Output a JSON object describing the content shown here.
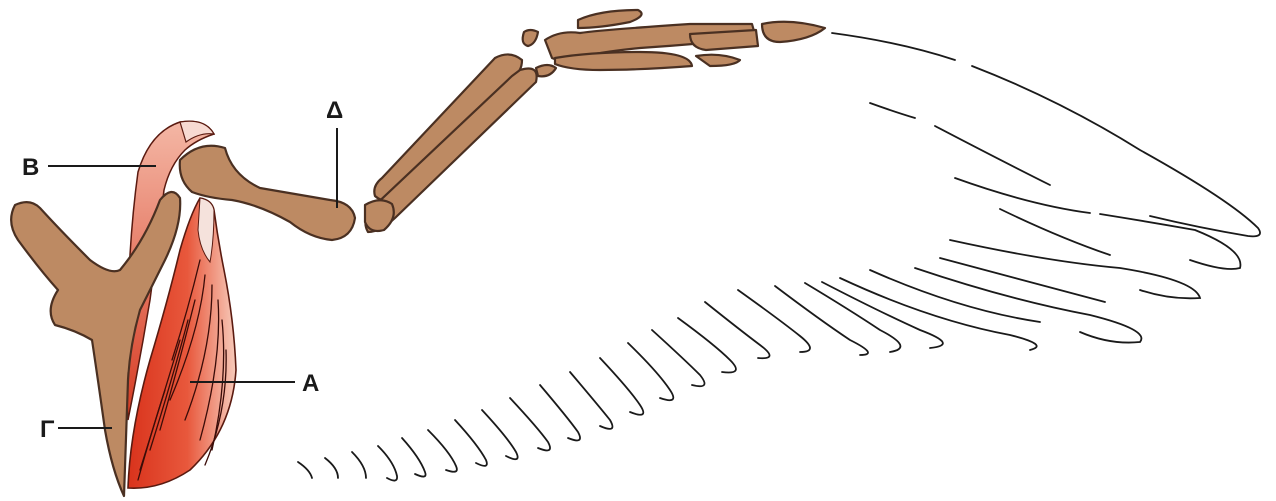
{
  "diagram": {
    "labels": {
      "a": "Α",
      "b": "Β",
      "g": "Γ",
      "d": "Δ"
    },
    "colors": {
      "bone": "#bd8a63",
      "bone_outline": "#4a3022",
      "muscle": "#e0462c",
      "muscle_light": "#f4c2b0",
      "tendon": "#f2d6cf",
      "ink": "#1a1a1a"
    }
  }
}
